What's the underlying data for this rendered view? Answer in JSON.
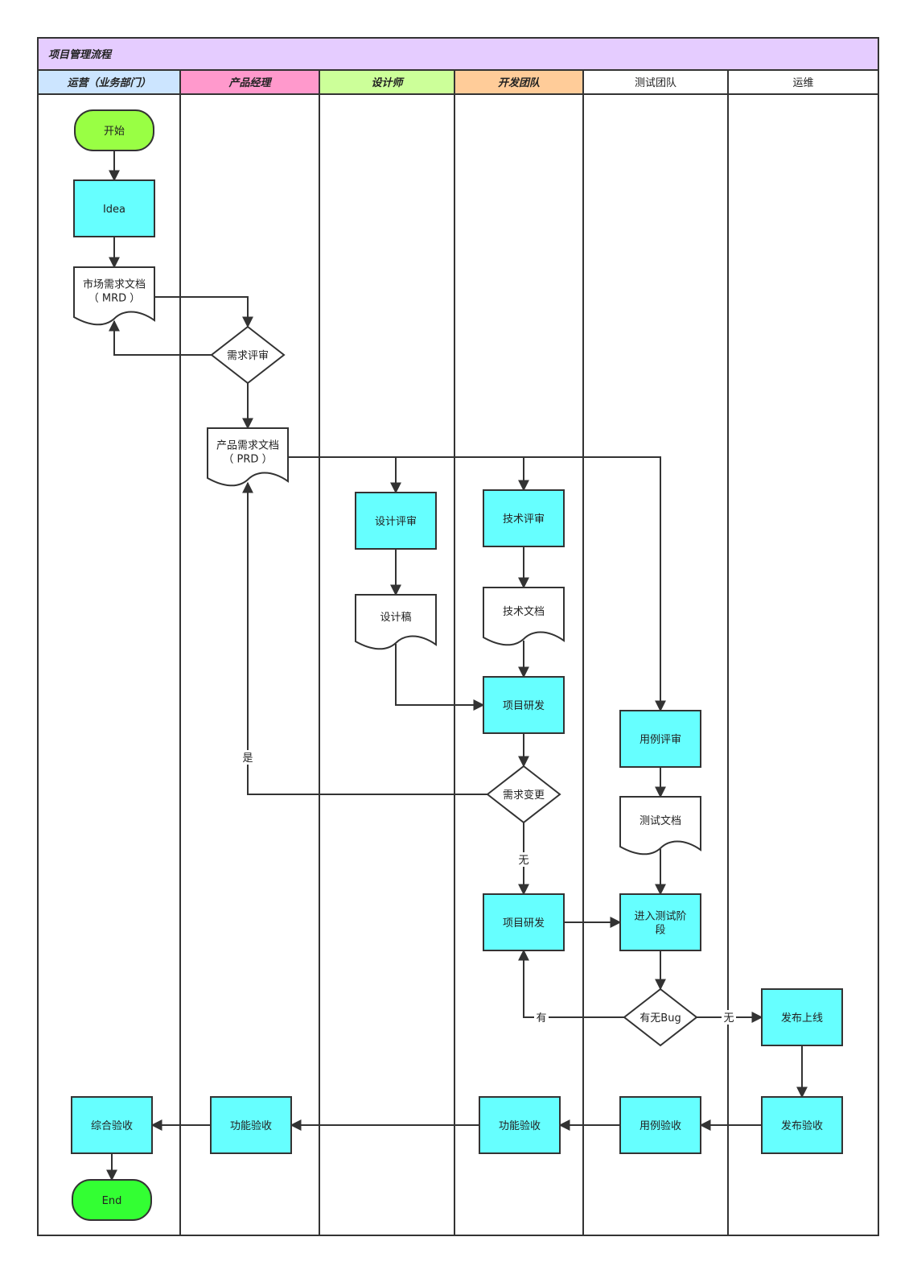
{
  "pool_title": "项目管理流程",
  "lanes": [
    {
      "id": "ops",
      "title": "运营（业务部门）",
      "color": "#cce5ff",
      "italic": true
    },
    {
      "id": "pm",
      "title": "产品经理",
      "color": "#ff99cc",
      "italic": true
    },
    {
      "id": "designer",
      "title": "设计师",
      "color": "#ccff99",
      "italic": true
    },
    {
      "id": "dev",
      "title": "开发团队",
      "color": "#ffcc99",
      "italic": true
    },
    {
      "id": "qa",
      "title": "测试团队",
      "color": "#ffffff",
      "italic": false
    },
    {
      "id": "devops",
      "title": "运维",
      "color": "#ffffff",
      "italic": false
    }
  ],
  "colors": {
    "process": "#66ffff",
    "start": "#99ff44",
    "end": "#33ff33",
    "document": "#ffffff",
    "decision": "#ffffff"
  },
  "nodes": [
    {
      "id": "start",
      "label": "开始",
      "shape": "terminator-start"
    },
    {
      "id": "idea",
      "label": "Idea",
      "shape": "process"
    },
    {
      "id": "mrd",
      "label": "市场需求文档\n（ MRD ）",
      "shape": "document"
    },
    {
      "id": "req_review",
      "label": "需求评审",
      "shape": "decision"
    },
    {
      "id": "prd",
      "label": "产品需求文档\n（ PRD ）",
      "shape": "document"
    },
    {
      "id": "design_review",
      "label": "设计评审",
      "shape": "process"
    },
    {
      "id": "design_doc",
      "label": "设计稿",
      "shape": "document"
    },
    {
      "id": "tech_review",
      "label": "技术评审",
      "shape": "process"
    },
    {
      "id": "tech_doc",
      "label": "技术文档",
      "shape": "document"
    },
    {
      "id": "dev1",
      "label": "项目研发",
      "shape": "process"
    },
    {
      "id": "change",
      "label": "需求变更",
      "shape": "decision"
    },
    {
      "id": "dev2",
      "label": "项目研发",
      "shape": "process"
    },
    {
      "id": "case_review",
      "label": "用例评审",
      "shape": "process"
    },
    {
      "id": "test_doc",
      "label": "测试文档",
      "shape": "document"
    },
    {
      "id": "test_phase",
      "label": "进入测试阶\n段",
      "shape": "process"
    },
    {
      "id": "bug",
      "label": "有无Bug",
      "shape": "decision"
    },
    {
      "id": "release",
      "label": "发布上线",
      "shape": "process"
    },
    {
      "id": "release_accept",
      "label": "发布验收",
      "shape": "process"
    },
    {
      "id": "case_accept",
      "label": "用例验收",
      "shape": "process"
    },
    {
      "id": "func_accept_dev",
      "label": "功能验收",
      "shape": "process"
    },
    {
      "id": "func_accept_pm",
      "label": "功能验收",
      "shape": "process"
    },
    {
      "id": "final_accept",
      "label": "综合验收",
      "shape": "process"
    },
    {
      "id": "end",
      "label": "End",
      "shape": "terminator-end"
    }
  ],
  "edges": [
    {
      "from": "start",
      "to": "idea",
      "label": ""
    },
    {
      "from": "idea",
      "to": "mrd",
      "label": ""
    },
    {
      "from": "mrd",
      "to": "req_review",
      "label": ""
    },
    {
      "from": "req_review",
      "to": "mrd",
      "label": ""
    },
    {
      "from": "req_review",
      "to": "prd",
      "label": ""
    },
    {
      "from": "prd",
      "to": "design_review",
      "label": ""
    },
    {
      "from": "prd",
      "to": "tech_review",
      "label": ""
    },
    {
      "from": "prd",
      "to": "case_review",
      "label": ""
    },
    {
      "from": "design_review",
      "to": "design_doc",
      "label": ""
    },
    {
      "from": "tech_review",
      "to": "tech_doc",
      "label": ""
    },
    {
      "from": "tech_doc",
      "to": "dev1",
      "label": ""
    },
    {
      "from": "design_doc",
      "to": "dev1",
      "label": ""
    },
    {
      "from": "dev1",
      "to": "change",
      "label": ""
    },
    {
      "from": "change",
      "to": "prd",
      "label": "是"
    },
    {
      "from": "change",
      "to": "dev2",
      "label": "无"
    },
    {
      "from": "dev2",
      "to": "test_phase",
      "label": ""
    },
    {
      "from": "case_review",
      "to": "test_doc",
      "label": ""
    },
    {
      "from": "test_doc",
      "to": "test_phase",
      "label": ""
    },
    {
      "from": "test_phase",
      "to": "bug",
      "label": ""
    },
    {
      "from": "bug",
      "to": "dev2",
      "label": "有"
    },
    {
      "from": "bug",
      "to": "release",
      "label": "无"
    },
    {
      "from": "release",
      "to": "release_accept",
      "label": ""
    },
    {
      "from": "release_accept",
      "to": "case_accept",
      "label": ""
    },
    {
      "from": "case_accept",
      "to": "func_accept_dev",
      "label": ""
    },
    {
      "from": "func_accept_dev",
      "to": "func_accept_pm",
      "label": ""
    },
    {
      "from": "func_accept_pm",
      "to": "final_accept",
      "label": ""
    },
    {
      "from": "final_accept",
      "to": "end",
      "label": ""
    }
  ]
}
